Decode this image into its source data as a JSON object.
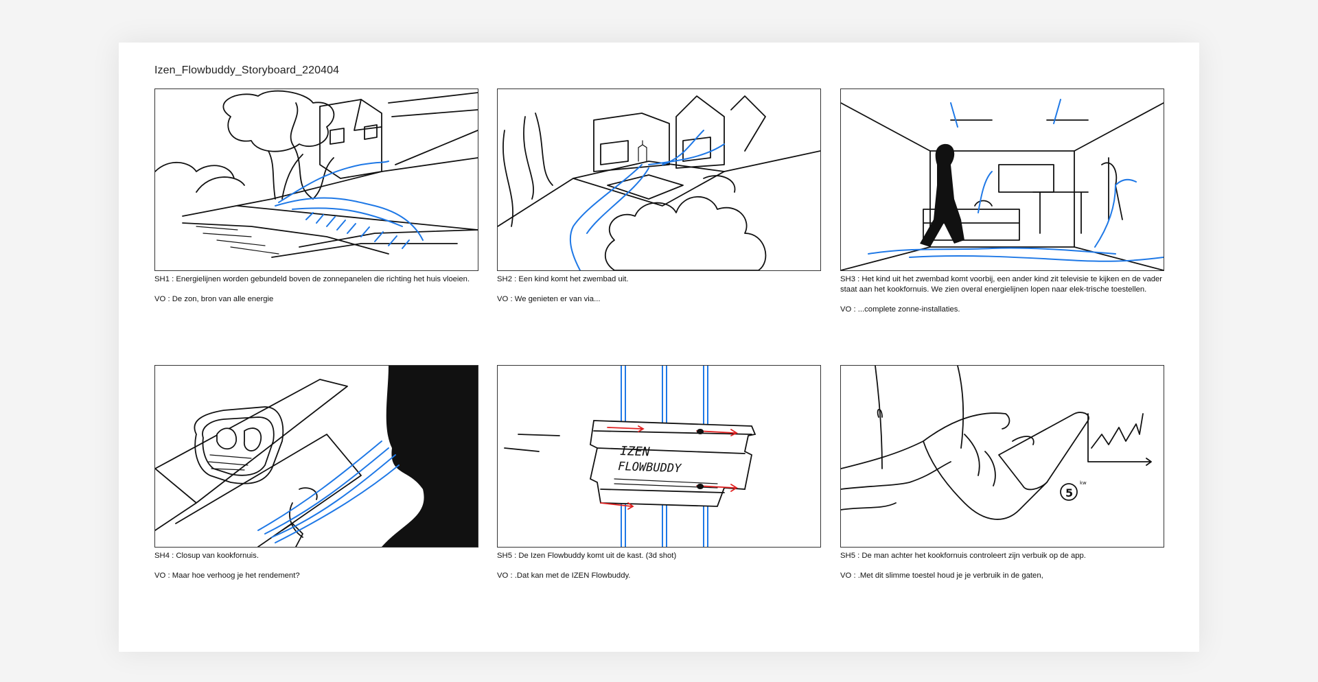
{
  "document": {
    "title": "Izen_Flowbuddy_Storyboard_220404"
  },
  "panels": [
    {
      "shot": "SH1 : Energielijnen worden gebundeld boven de zonnepanelen die richting het huis vloeien.",
      "vo": "VO : De zon, bron van alle energie",
      "sketch": "solar-panels-house-sketch"
    },
    {
      "shot": "SH2 : Een kind komt het zwembad uit.",
      "vo": "VO :  We genieten er van via...",
      "sketch": "pool-house-sketch"
    },
    {
      "shot": "SH3 : Het kind uit het zwembad komt voorbij, een ander kind zit televisie te kijken en de vader staat aan het kookfornuis. We zien overal energielijnen lopen naar elek-trische toestellen.",
      "vo": "VO : ...complete zonne-installaties.",
      "sketch": "living-room-sketch"
    },
    {
      "shot": "SH4 : Closup van kookfornuis.",
      "vo": "VO : Maar hoe verhoog je het rendement?",
      "sketch": "cooktop-closeup-sketch"
    },
    {
      "shot": "SH5 : De Izen Flowbuddy komt uit de kast. (3d shot)",
      "vo": "VO : .Dat kan met de IZEN Flowbuddy.",
      "sketch": "flowbuddy-device-sketch",
      "device_label_line1": "IZEN",
      "device_label_line2": "FLOWBUDDY"
    },
    {
      "shot": "SH5 : De man achter het kookfornuis controleert zijn verbuik op de app.",
      "vo": "VO : .Met dit slimme toestel houd je je verbruik in de gaten,",
      "sketch": "phone-app-sketch",
      "badge_value": "5",
      "badge_unit": "kw"
    }
  ],
  "colors": {
    "energy_line": "#1e78e6",
    "arrow": "#e02020",
    "ink": "#111111"
  }
}
